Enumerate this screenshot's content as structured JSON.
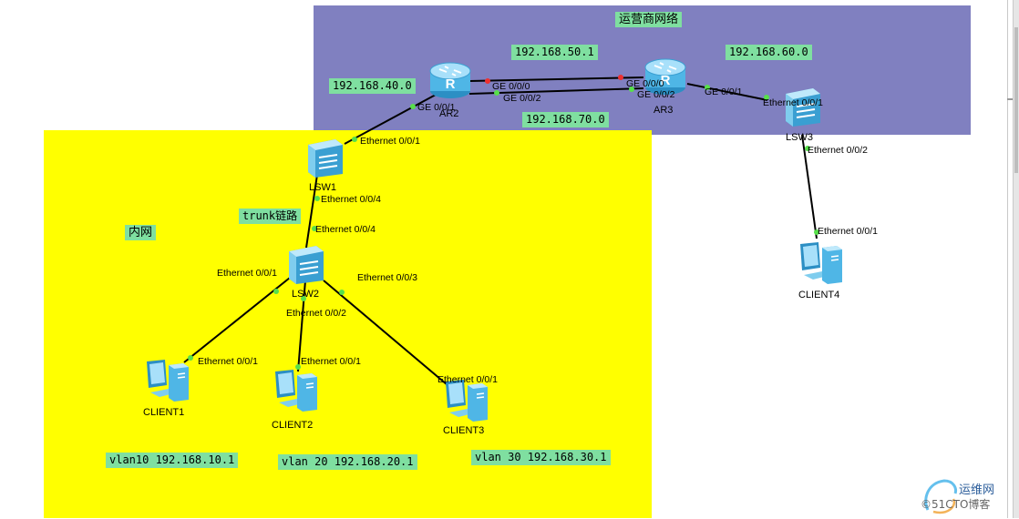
{
  "zones": {
    "isp": {
      "title": "运营商网络",
      "color": "#8080c0"
    },
    "lan": {
      "title": "内网",
      "color": "#ffff00"
    }
  },
  "label_color": "#7fdfa0",
  "link_color": "#000000",
  "port_dot_colors": {
    "up": "#57e04a",
    "down": "#ee3030"
  },
  "networks": {
    "ar2_ar3_top": "192.168.50.1",
    "ar2_ar3_bottom": "192.168.70.0",
    "ar2_lsw1": "192.168.40.0",
    "ar3_lsw3": "192.168.60.0",
    "trunk": "trunk链路",
    "vlan10": "vlan10 192.168.10.1",
    "vlan20": "vlan 20 192.168.20.1",
    "vlan30": "vlan 30 192.168.30.1"
  },
  "devices": {
    "ar2": {
      "name": "AR2",
      "icon": "router-icon"
    },
    "ar3": {
      "name": "AR3",
      "icon": "router-icon"
    },
    "lsw1": {
      "name": "LSW1",
      "icon": "switch-icon"
    },
    "lsw2": {
      "name": "LSW2",
      "icon": "switch-icon"
    },
    "lsw3": {
      "name": "LSW3",
      "icon": "switch-icon"
    },
    "client1": {
      "name": "CLIENT1",
      "icon": "pc-icon"
    },
    "client2": {
      "name": "CLIENT2",
      "icon": "pc-icon"
    },
    "client3": {
      "name": "CLIENT3",
      "icon": "pc-icon"
    },
    "client4": {
      "name": "CLIENT4",
      "icon": "pc-icon"
    }
  },
  "ports": {
    "ar2_ge000": "GE 0/0/0",
    "ar2_ge002": "GE 0/0/2",
    "ar2_ge001": "GE 0/0/1",
    "ar3_ge000": "GE 0/0/0",
    "ar3_ge002": "GE 0/0/2",
    "ar3_ge001": "GE 0/0/1",
    "lsw3_e001": "Ethernet 0/0/1",
    "lsw3_e002": "Ethernet 0/0/2",
    "client4_e001": "Ethernet 0/0/1",
    "lsw1_e001": "Ethernet 0/0/1",
    "lsw1_e004": "Ethernet 0/0/4",
    "lsw2_e004": "Ethernet 0/0/4",
    "lsw2_e001": "Ethernet 0/0/1",
    "lsw2_e002": "Ethernet 0/0/2",
    "lsw2_e003": "Ethernet 0/0/3",
    "client1_e001": "Ethernet 0/0/1",
    "client2_e001": "Ethernet 0/0/1",
    "client3_e001": "Ethernet 0/0/1"
  },
  "watermark": {
    "line1": "运维网",
    "line2": "©51CTO博客"
  }
}
